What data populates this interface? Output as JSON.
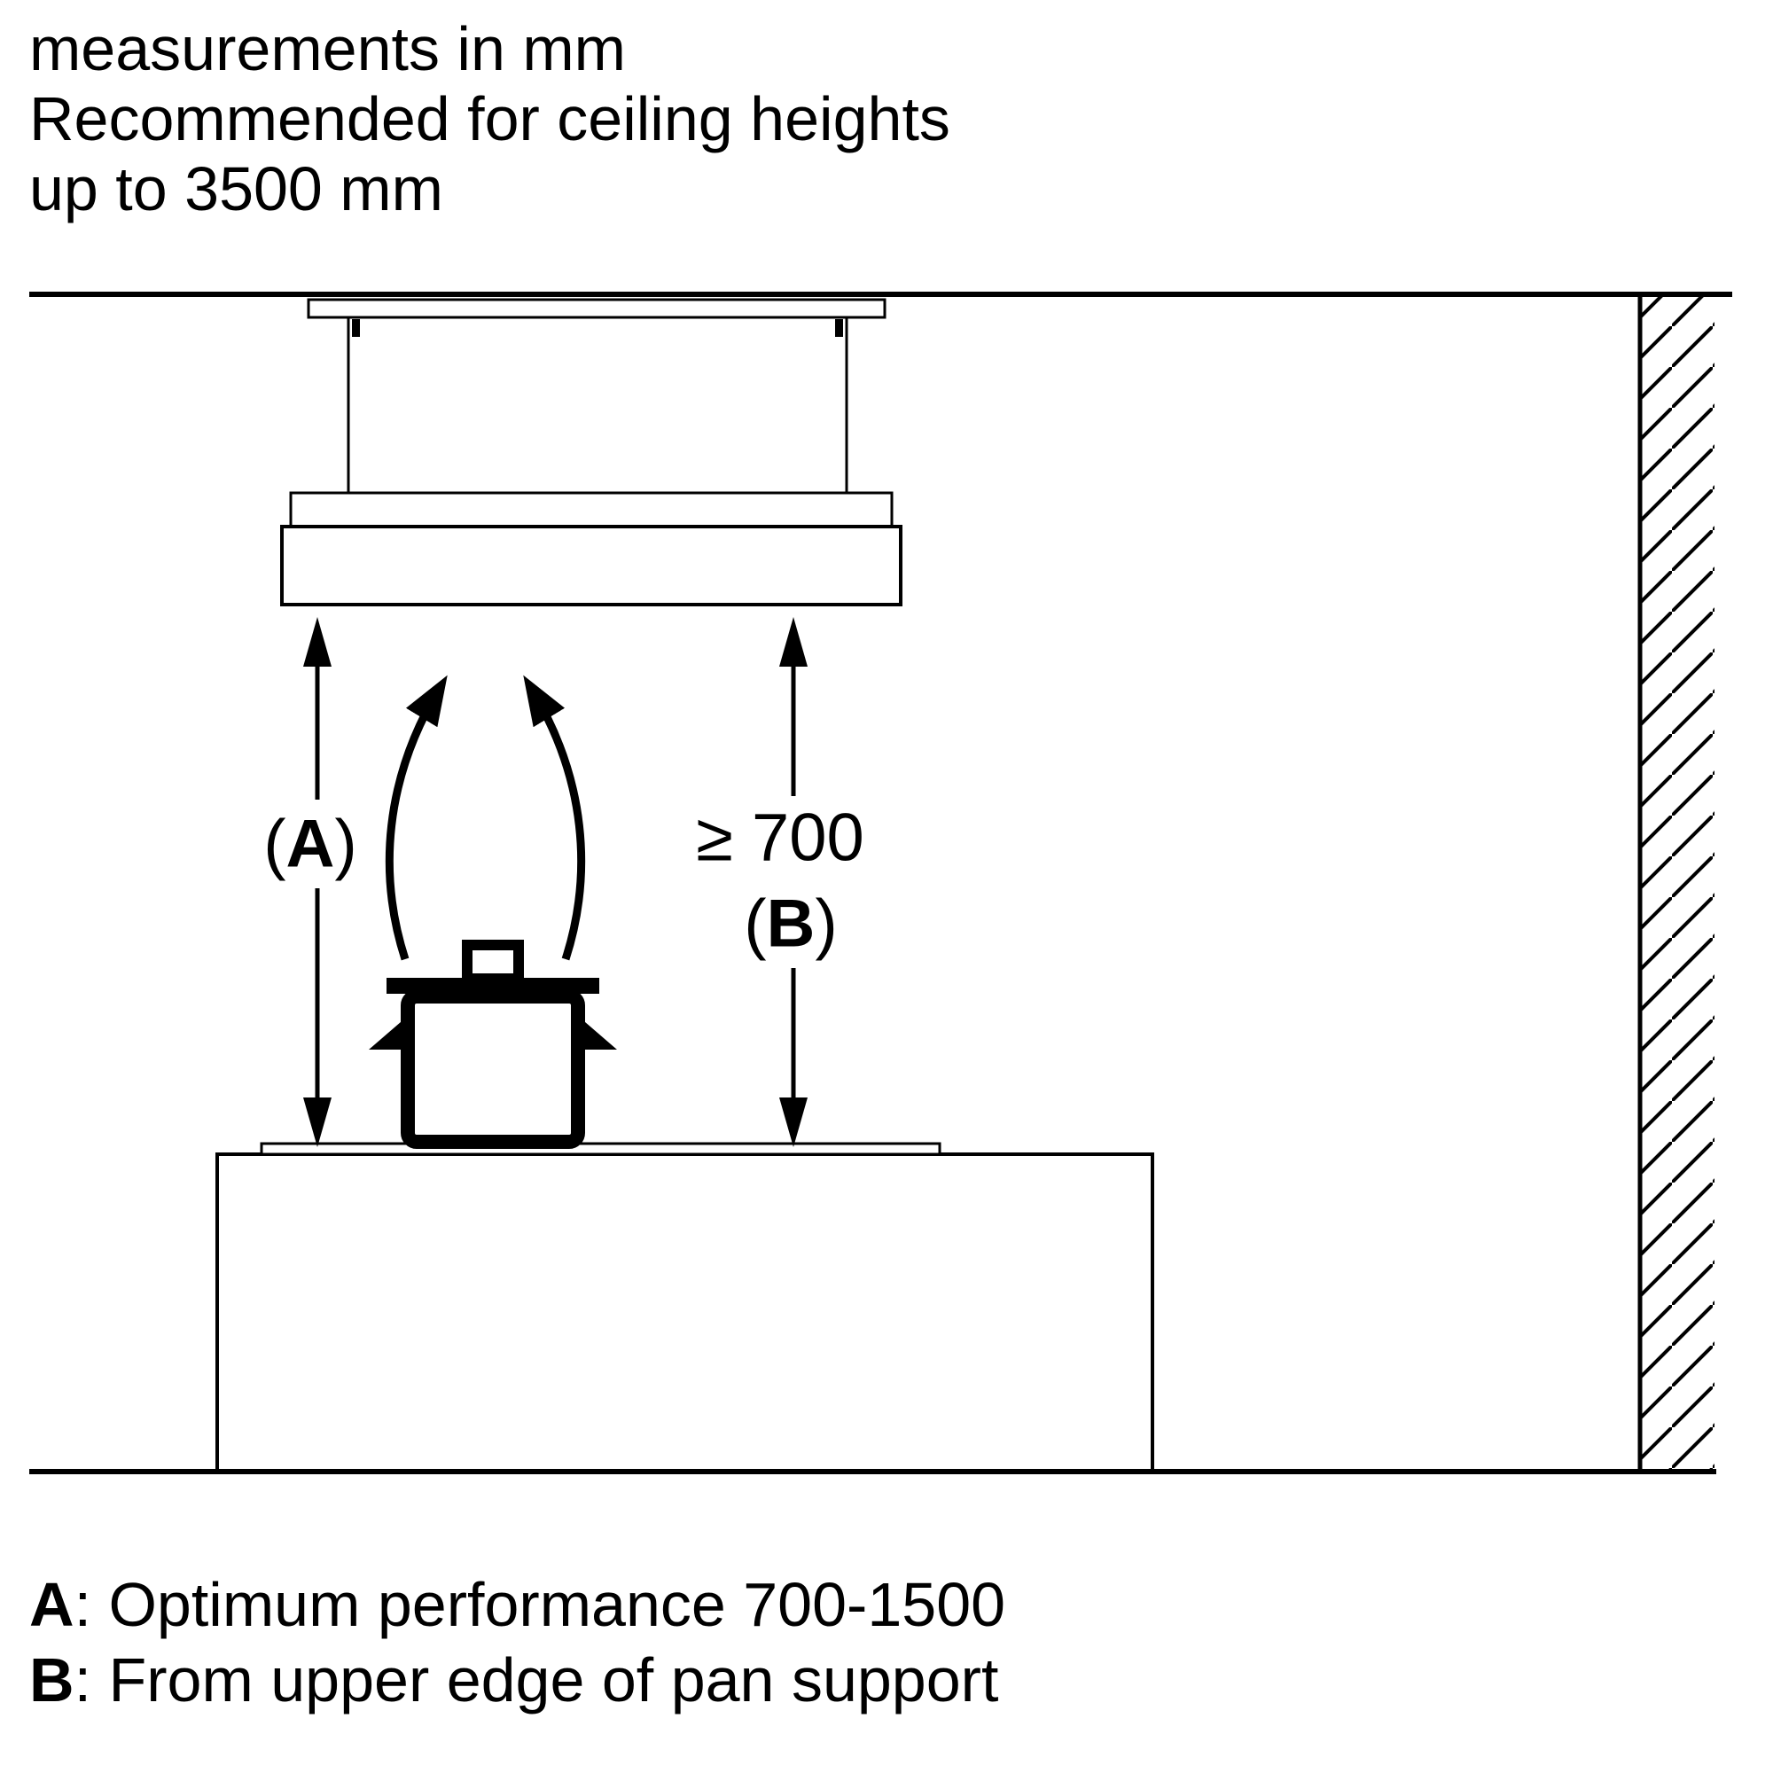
{
  "title": {
    "line1": "measurements in mm",
    "line2": "Recommended for ceiling heights",
    "line3": "up to 3500 mm"
  },
  "labels": {
    "a": {
      "open": "(",
      "letter": "A",
      "close": ")"
    },
    "b_value": "≥ 700",
    "b": {
      "open": "(",
      "letter": "B",
      "close": ")"
    }
  },
  "legend": {
    "a": {
      "key": "A",
      "text": ": Optimum performance 700-1500"
    },
    "b": {
      "key": "B",
      "text": ": From upper edge of pan support"
    }
  },
  "diagram": {
    "elements": [
      "ceiling-line",
      "wall-hatch",
      "hood-unit",
      "dimension-arrow-a",
      "dimension-arrow-b",
      "steam-arrows",
      "pot-icon",
      "cooktop",
      "kitchen-island",
      "floor-line"
    ],
    "colors": {
      "ink": "#000000",
      "background": "#ffffff"
    }
  }
}
